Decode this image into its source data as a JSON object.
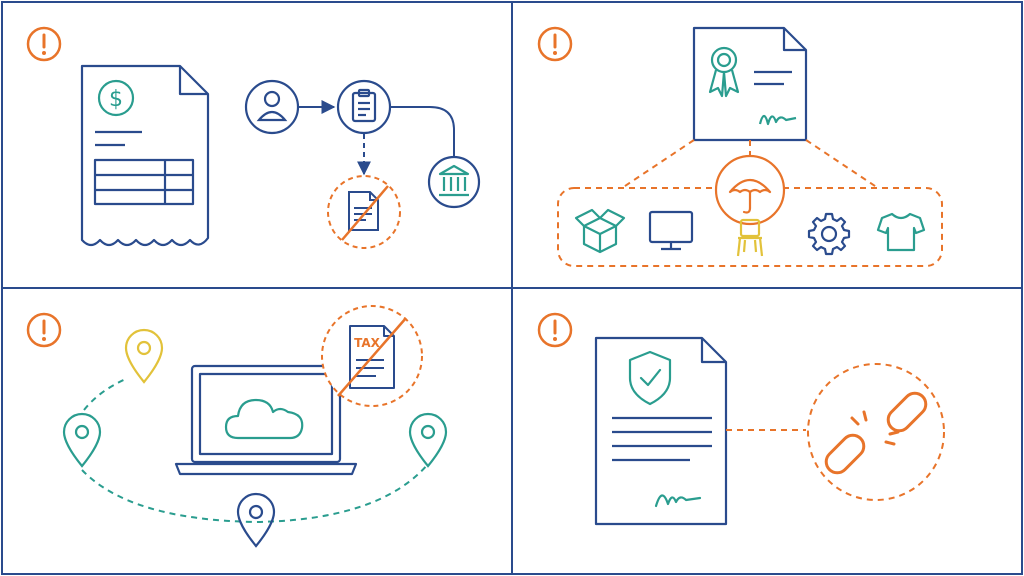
{
  "colors": {
    "navy": "#2a4b8d",
    "orange": "#e8742a",
    "teal": "#2a9d8f",
    "yellow": "#e2c23a",
    "panel_border": "#2a4b8d",
    "background": "#ffffff"
  },
  "panels": [
    {
      "id": "invoice-payment-flow",
      "alert_icon": "exclamation-circle-icon",
      "icons": [
        "invoice-dollar-icon",
        "user-icon",
        "clipboard-icon",
        "bank-icon",
        "crossed-document-icon"
      ]
    },
    {
      "id": "certificate-insurance-coverage",
      "alert_icon": "exclamation-circle-icon",
      "icons": [
        "certificate-ribbon-icon",
        "umbrella-icon",
        "box-icon",
        "monitor-icon",
        "chair-icon",
        "gear-icon",
        "tshirt-icon"
      ]
    },
    {
      "id": "remote-work-tax",
      "alert_icon": "exclamation-circle-icon",
      "icons": [
        "laptop-cloud-icon",
        "location-pin-icon",
        "crossed-tax-form-icon"
      ],
      "tax_label": "TAX"
    },
    {
      "id": "contract-broken-link",
      "alert_icon": "exclamation-circle-icon",
      "icons": [
        "shield-document-icon",
        "broken-link-icon"
      ]
    }
  ]
}
